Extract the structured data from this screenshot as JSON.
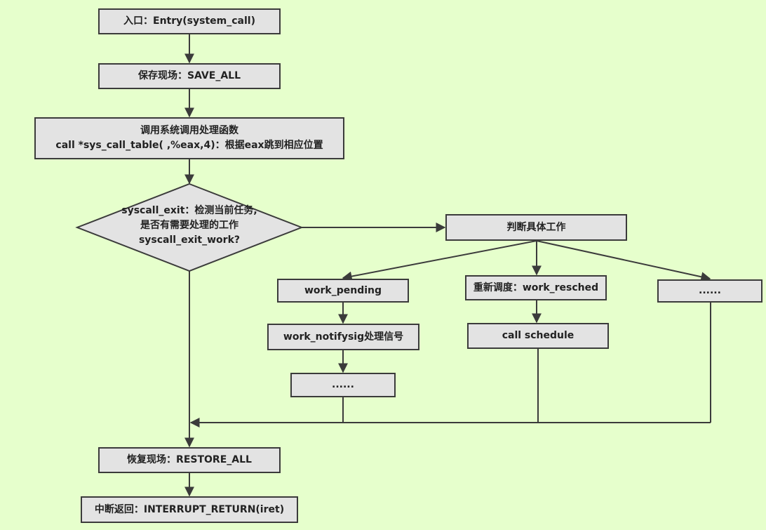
{
  "nodes": {
    "entry": "入口：Entry(system_call)",
    "save_all": "保存现场：SAVE_ALL",
    "call_line1": "调用系统调用处理函数",
    "call_line2": "call *sys_call_table( ,%eax,4)：根据eax跳到相应位置",
    "syscall_exit_line1": "syscall_exit：检测当前任务,",
    "syscall_exit_line2": "是否有需要处理的工作",
    "syscall_exit_line3": "syscall_exit_work?",
    "judge": "判断具体工作",
    "work_pending": "work_pending",
    "work_resched": "重新调度：work_resched",
    "more_right": "......",
    "work_notifysig": "work_notifysig处理信号",
    "call_schedule": "call schedule",
    "more_left": "......",
    "restore_all": "恢复现场：RESTORE_ALL",
    "interrupt_return": "中断返回：INTERRUPT_RETURN(iret)"
  },
  "colors": {
    "background": "#e6ffcc",
    "box_fill": "#e3e3e3",
    "stroke": "#3b3b3b"
  }
}
